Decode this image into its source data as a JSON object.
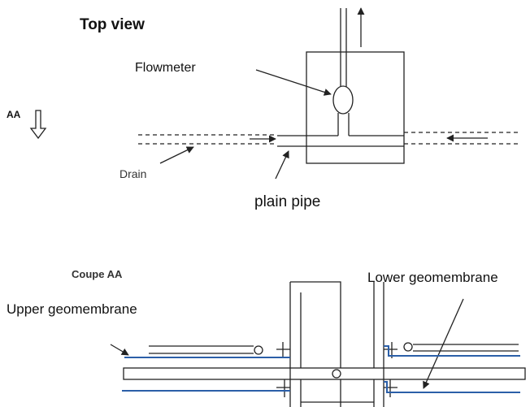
{
  "labels": {
    "top_view": "Top view",
    "flowmeter": "Flowmeter",
    "section_marker": "AA",
    "drain": "Drain",
    "plain_pipe": "plain pipe",
    "section_title": "Coupe AA",
    "lower_geomembrane": "Lower geomembrane",
    "upper_geomembrane": "Upper geomembrane"
  },
  "colors": {
    "line": "#222222",
    "geomembrane": "#2b5fa8"
  }
}
